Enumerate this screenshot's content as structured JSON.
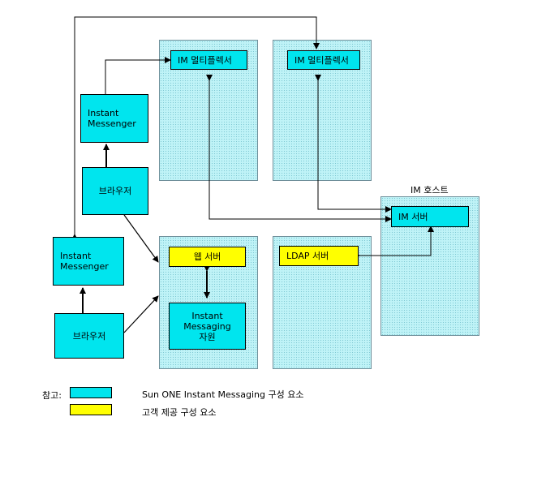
{
  "host_label": "IM 호스트",
  "components": {
    "multiplexor_1": "IM 멀티플렉서",
    "multiplexor_2": "IM 멀티플렉서",
    "im_server": "IM 서버",
    "web_server": "웹 서버",
    "ldap_server": "LDAP 서버",
    "im_resources": "Instant\nMessaging\n자원",
    "messenger_1": "Instant\nMessenger",
    "browser_1": "브라우저",
    "messenger_2": "Instant\nMessenger",
    "browser_2": "브라우저"
  },
  "legend": {
    "note_label": "참고:",
    "items": [
      {
        "text": "Sun ONE Instant Messaging 구성 요소",
        "color": "#00e5ee"
      },
      {
        "text": "고객 제공 구성 요소",
        "color": "#ffff00"
      }
    ]
  },
  "colors": {
    "sun_component": "#00e5ee",
    "customer_component": "#ffff00",
    "host_background": "#bff3f7"
  }
}
